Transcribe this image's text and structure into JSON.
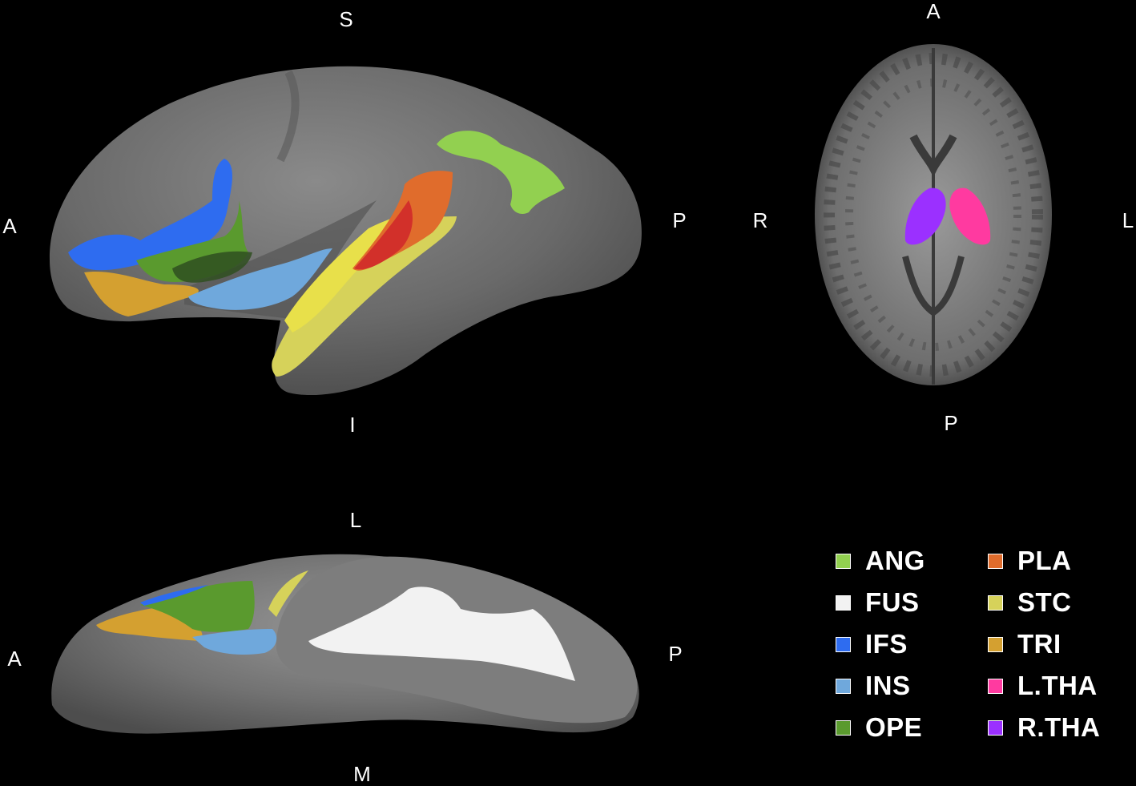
{
  "orientation_labels": {
    "lateral_view": {
      "superior": "S",
      "inferior": "I",
      "anterior": "A",
      "posterior": "P"
    },
    "axial_view": {
      "anterior": "A",
      "posterior": "P",
      "right": "R",
      "left": "L"
    },
    "ventral_view": {
      "lateral": "L",
      "medial": "M",
      "anterior": "A",
      "posterior": "P"
    }
  },
  "legend": [
    {
      "label": "ANG",
      "color": "#92d050"
    },
    {
      "label": "FUS",
      "color": "#f2f2f2"
    },
    {
      "label": "IFS",
      "color": "#2e6cf0"
    },
    {
      "label": "INS",
      "color": "#6fa8dc"
    },
    {
      "label": "OPE",
      "color": "#5a9a2e"
    },
    {
      "label": "PLA",
      "color": "#e06c2c"
    },
    {
      "label": "STC",
      "color": "#d6d25a"
    },
    {
      "label": "TRI",
      "color": "#d4a030"
    },
    {
      "label": "L.THA",
      "color": "#ff3aa0"
    },
    {
      "label": "R.THA",
      "color": "#9b30ff"
    }
  ]
}
